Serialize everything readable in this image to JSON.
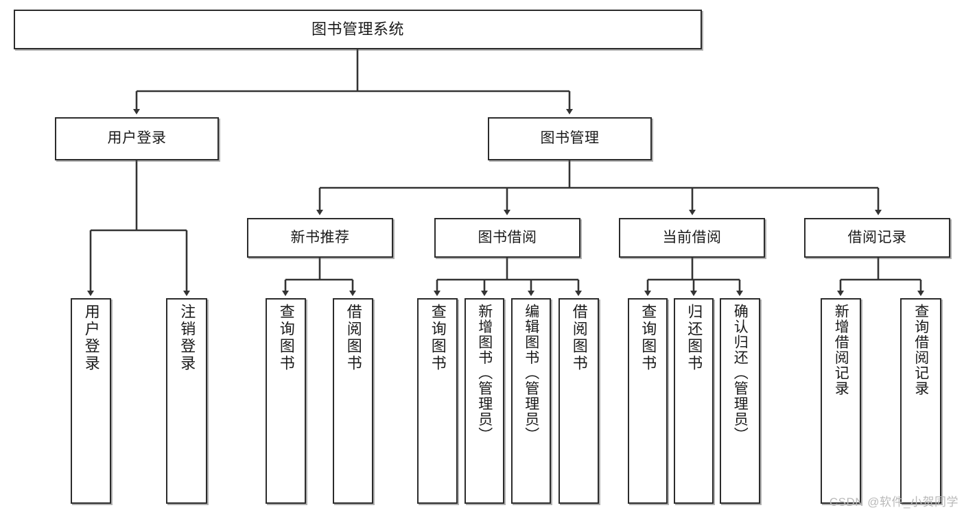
{
  "diagram": {
    "title": "图书管理系统",
    "type": "tree-hierarchy-diagram",
    "watermark": "CSDN @软件_小贺同学",
    "colors": {
      "box_border": "#2b2b2b",
      "box_fill": "#ffffff",
      "connector": "#333333",
      "text": "#1a1a1a",
      "watermark": "#b9b9b9"
    }
  },
  "nodes": {
    "root": {
      "label": "图书管理系统"
    },
    "level2": [
      {
        "label": "用户登录"
      },
      {
        "label": "图书管理"
      }
    ],
    "level3": [
      {
        "label": "新书推荐"
      },
      {
        "label": "图书借阅"
      },
      {
        "label": "当前借阅"
      },
      {
        "label": "借阅记录"
      }
    ],
    "leaves": {
      "user_login": [
        {
          "label": "用户登录"
        },
        {
          "label": "注销登录"
        }
      ],
      "new_book_recommend": [
        {
          "label": "查询图书"
        },
        {
          "label": "借阅图书"
        }
      ],
      "book_borrow": [
        {
          "label": "查询图书"
        },
        {
          "label": "新增图书（管理员）"
        },
        {
          "label": "编辑图书（管理员）"
        },
        {
          "label": "借阅图书"
        }
      ],
      "current_borrow": [
        {
          "label": "查询图书"
        },
        {
          "label": "归还图书"
        },
        {
          "label": "确认归还（管理员）"
        }
      ],
      "borrow_records": [
        {
          "label": "新增借阅记录"
        },
        {
          "label": "查询借阅记录"
        }
      ]
    }
  }
}
